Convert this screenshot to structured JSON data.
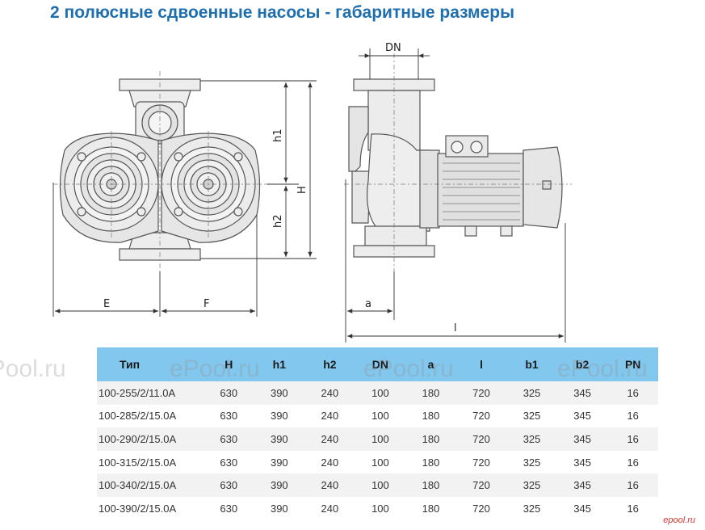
{
  "title": "2 полюсные сдвоенные насосы - габаритные размеры",
  "dims": {
    "dn": "DN",
    "h1": "h1",
    "h2": "h2",
    "H": "H",
    "E": "E",
    "F": "F",
    "a": "a",
    "l": "l"
  },
  "table": {
    "headers": [
      "Тип",
      "H",
      "h1",
      "h2",
      "DN",
      "a",
      "l",
      "b1",
      "b2",
      "PN"
    ],
    "rows": [
      [
        "100-255/2/11.0A",
        "630",
        "390",
        "240",
        "100",
        "180",
        "720",
        "325",
        "345",
        "16"
      ],
      [
        "100-285/2/15.0A",
        "630",
        "390",
        "240",
        "100",
        "180",
        "720",
        "325",
        "345",
        "16"
      ],
      [
        "100-290/2/15.0A",
        "630",
        "390",
        "240",
        "100",
        "180",
        "720",
        "325",
        "345",
        "16"
      ],
      [
        "100-315/2/15.0A",
        "630",
        "390",
        "240",
        "100",
        "180",
        "720",
        "325",
        "345",
        "16"
      ],
      [
        "100-340/2/15.0A",
        "630",
        "390",
        "240",
        "100",
        "180",
        "720",
        "325",
        "345",
        "16"
      ],
      [
        "100-390/2/15.0A",
        "630",
        "390",
        "240",
        "100",
        "180",
        "720",
        "325",
        "345",
        "16"
      ]
    ]
  },
  "watermark": "ePool.ru",
  "corner_logo": "epool.ru"
}
